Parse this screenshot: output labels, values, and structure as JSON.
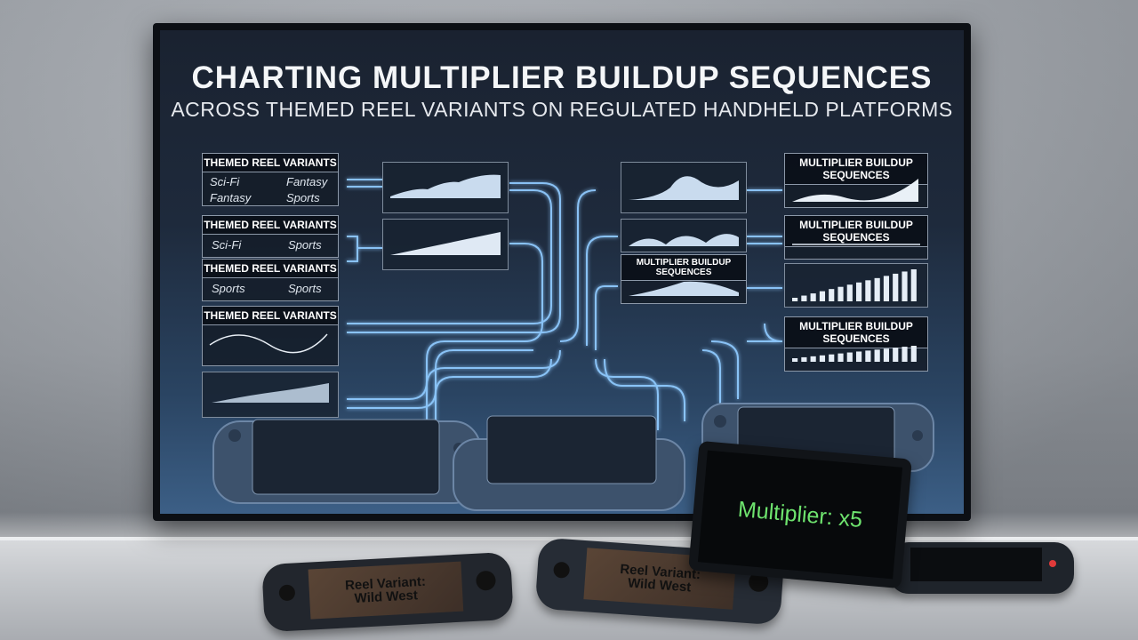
{
  "slide": {
    "title": "CHARTING MULTIPLIER BUILDUP SEQUENCES",
    "subtitle": "ACROSS THEMED REEL VARIANTS ON REGULATED HANDHELD PLATFORMS"
  },
  "left_cards": [
    {
      "header": "THEMED REEL VARIANTS",
      "items": [
        "Sci-Fi",
        "Fantasy",
        "Fantasy",
        "Sports"
      ]
    },
    {
      "header": "THEMED REEL VARIANTS",
      "items": [
        "Sci-Fi",
        "Sports"
      ]
    },
    {
      "header": "THEMED REEL VARIANTS",
      "items": [
        "Sports",
        "Sports"
      ]
    },
    {
      "header": "THEMED REEL VARIANTS",
      "items": []
    }
  ],
  "right_cards": [
    {
      "header": "MULTIPLIER BUILDUP SEQUENCES"
    },
    {
      "header": "MULTIPLIER BUILDUP SEQUENCES"
    },
    {
      "header": "MULTIPLIER BUILDUP SEQUENCES"
    },
    {
      "header": "MULTIPLIER BUILDUP SEQUENCES"
    }
  ],
  "devices": {
    "tablet_text": "Multiplier: x5",
    "handheld_left_text": "Reel Variant:\nWild West",
    "handheld_mid_text": "Reel Variant:\nWild West"
  },
  "colors": {
    "glow": "#6fb8ff",
    "accent_green": "#6ee36e"
  }
}
